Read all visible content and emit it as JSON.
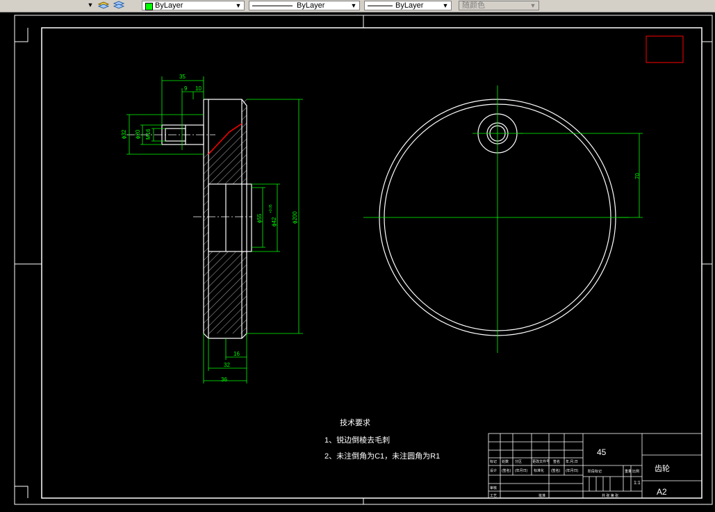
{
  "toolbar": {
    "color_combo": "ByLayer",
    "linetype_combo": "ByLayer",
    "lineweight_combo": "ByLayer",
    "plotstyle_combo": "随颜色",
    "dropdown_arrow": "▼",
    "icons": [
      "layer-states-icon",
      "layer-previous-icon"
    ],
    "colors": {
      "bylayer_swatch": "#00ff00"
    }
  },
  "drawing": {
    "background": "#000000",
    "colors": {
      "outline": "#ffffff",
      "dimension": "#00ff00",
      "accent": "#ff0000"
    },
    "dims": {
      "w35": "35",
      "w9": "9",
      "w10": "10",
      "d32": "ϕ32",
      "d20": "ϕ20",
      "m16": "M16",
      "d55": "ϕ55",
      "d42": "ϕ42",
      "d42_tol": "+0.05",
      "d200": "ϕ200",
      "w16": "16",
      "w32": "32",
      "w36": "36",
      "r70": "70"
    },
    "notes": {
      "title": "技术要求",
      "line1": "1、锐边倒棱去毛刺",
      "line2": "2、未注倒角为C1，未注圆角为R1"
    },
    "title_block": {
      "material": "45",
      "part_name": "齿轮",
      "sheet": "A2",
      "scale": "1:1",
      "headers": [
        "标记",
        "处数",
        "分区",
        "更改文件号",
        "签名",
        "年.月.日"
      ],
      "row_design": [
        "设计",
        "(签名)",
        "(年月日)",
        "标准化",
        "(签名)",
        "(年月日)"
      ],
      "stage_label": "阶段标记",
      "weight_label": "重量",
      "scale_label": "比例",
      "review": "审核",
      "process": "工艺",
      "approve": "批准",
      "sheet_count": "共 张 第 张"
    }
  }
}
